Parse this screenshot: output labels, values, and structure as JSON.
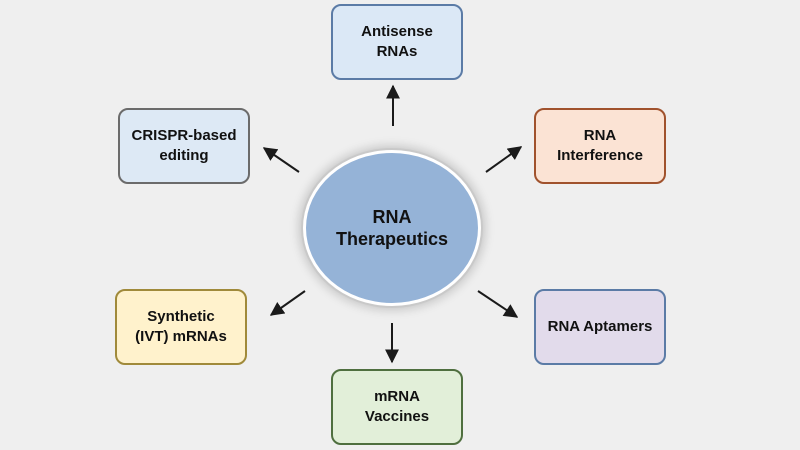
{
  "center": {
    "label": "RNA\nTherapeutics",
    "fill": "#95b3d7"
  },
  "nodes": [
    {
      "id": "antisense",
      "label": "Antisense\nRNAs",
      "fill": "#dbe8f6",
      "border": "#5b7ba6"
    },
    {
      "id": "rna-interference",
      "label": "RNA\nInterference",
      "fill": "#fbe3d4",
      "border": "#a0522d"
    },
    {
      "id": "rna-aptamers",
      "label": "RNA Aptamers",
      "fill": "#e2dbeb",
      "border": "#5b7ba6"
    },
    {
      "id": "mrna-vaccines",
      "label": "mRNA\nVaccines",
      "fill": "#e2efd9",
      "border": "#4f6f3f"
    },
    {
      "id": "synthetic-mrnas",
      "label": "Synthetic\n(IVT) mRNAs",
      "fill": "#fff2cc",
      "border": "#a08a3a"
    },
    {
      "id": "crispr",
      "label": "CRISPR-based\nediting",
      "fill": "#dde9f5",
      "border": "#6b6b6b"
    }
  ],
  "arrow_color": "#1a1a1a"
}
